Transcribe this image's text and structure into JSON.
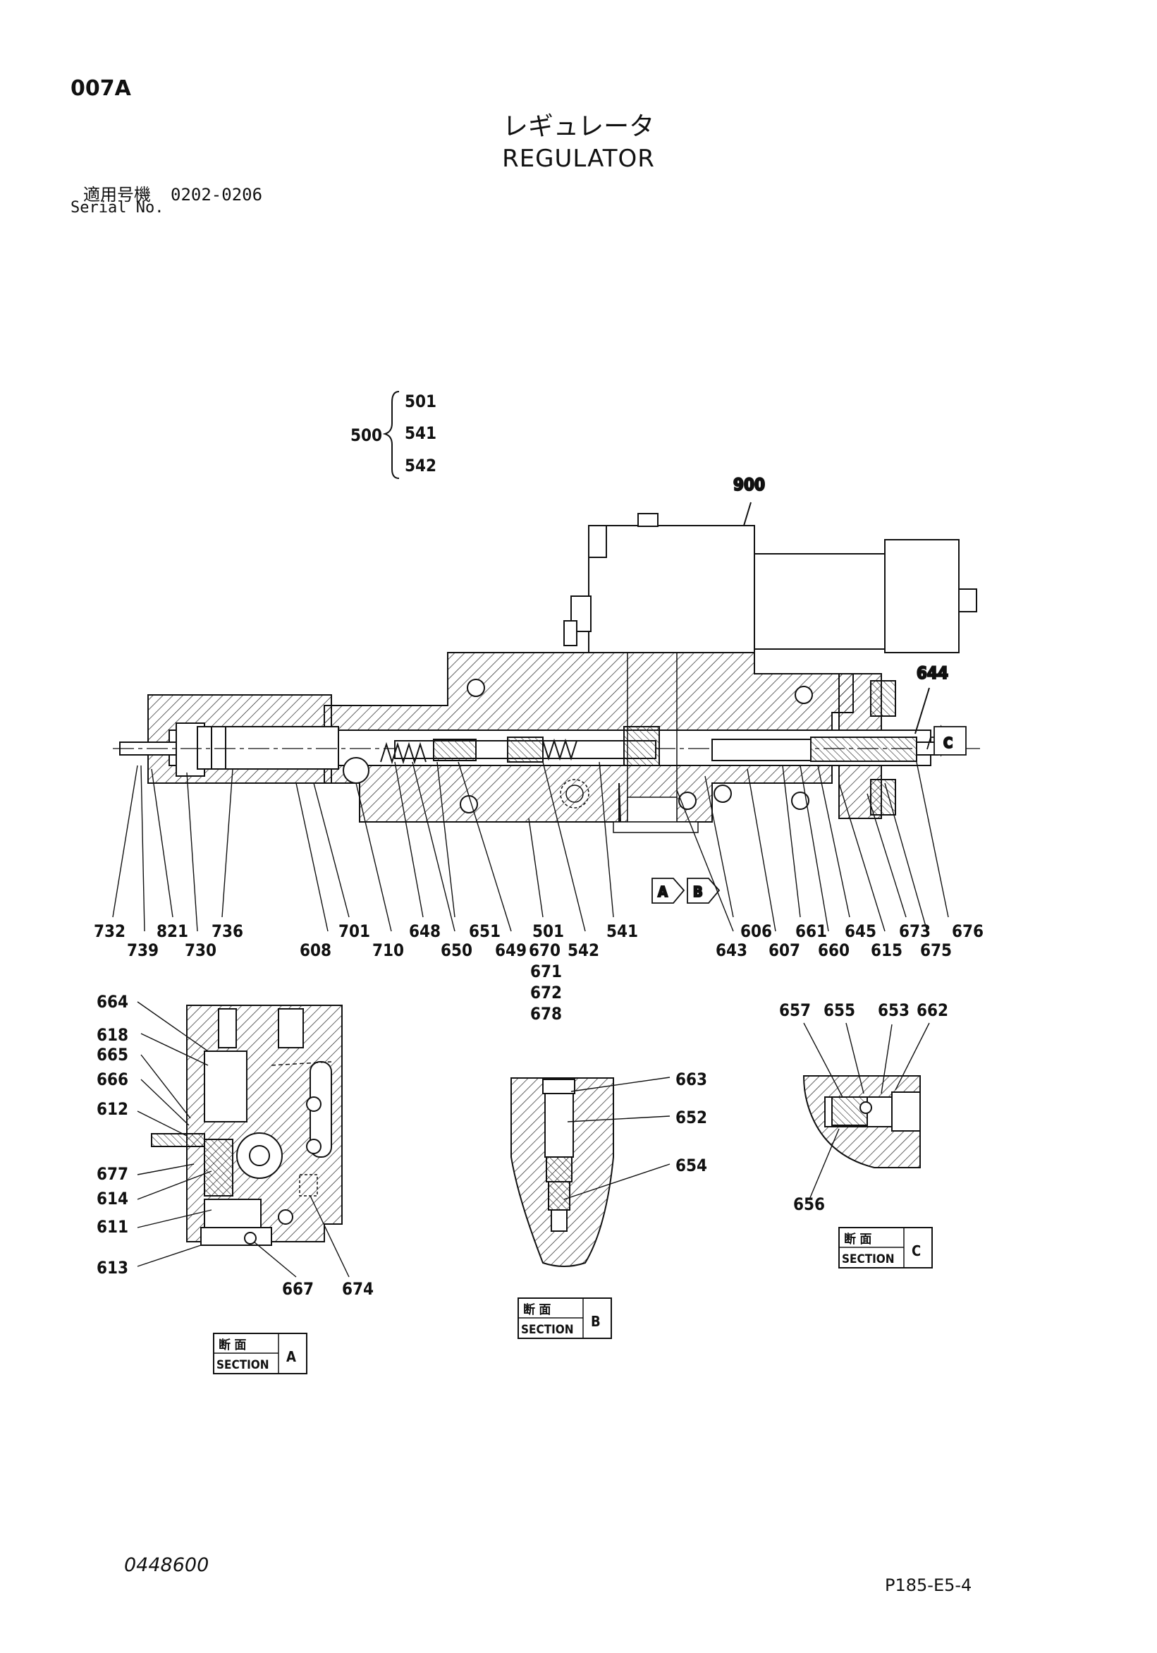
{
  "header": {
    "page_code": "007A",
    "title_jp": "レギュレータ",
    "title_en": "REGULATOR",
    "serial_label_jp": "適用号機",
    "serial_range": "0202-0206",
    "serial_label_en": "Serial No."
  },
  "footer": {
    "document_number": "0448600",
    "page_reference": "P185-E5-4"
  },
  "assembly": {
    "group_number": "500",
    "members": [
      "501",
      "541",
      "542"
    ]
  },
  "top_callouts": [
    "900",
    "644"
  ],
  "main_labels_row1": [
    "732",
    "821",
    "736",
    "701",
    "648",
    "651",
    "501",
    "541",
    "606",
    "661",
    "645",
    "673",
    "676"
  ],
  "main_labels_row2": [
    "739",
    "730",
    "608",
    "710",
    "650",
    "649",
    "670",
    "542",
    "643",
    "607",
    "660",
    "615",
    "675"
  ],
  "main_labels_stack": [
    "671",
    "672",
    "678"
  ],
  "section_markers": [
    "A",
    "B",
    "C"
  ],
  "section_a": {
    "left_labels": [
      "664",
      "618",
      "665",
      "666",
      "612",
      "677",
      "614",
      "611",
      "613"
    ],
    "bottom_labels": [
      "667",
      "674"
    ],
    "caption_jp": "断 面",
    "caption_en": "SECTION",
    "caption_letter": "A"
  },
  "section_b": {
    "right_labels": [
      "663",
      "652",
      "654"
    ],
    "caption_jp": "断 面",
    "caption_en": "SECTION",
    "caption_letter": "B"
  },
  "section_c": {
    "top_labels": [
      "657",
      "655",
      "653",
      "662"
    ],
    "bottom_labels": [
      "656"
    ],
    "caption_jp": "断 面",
    "caption_en": "SECTION",
    "caption_letter": "C"
  }
}
